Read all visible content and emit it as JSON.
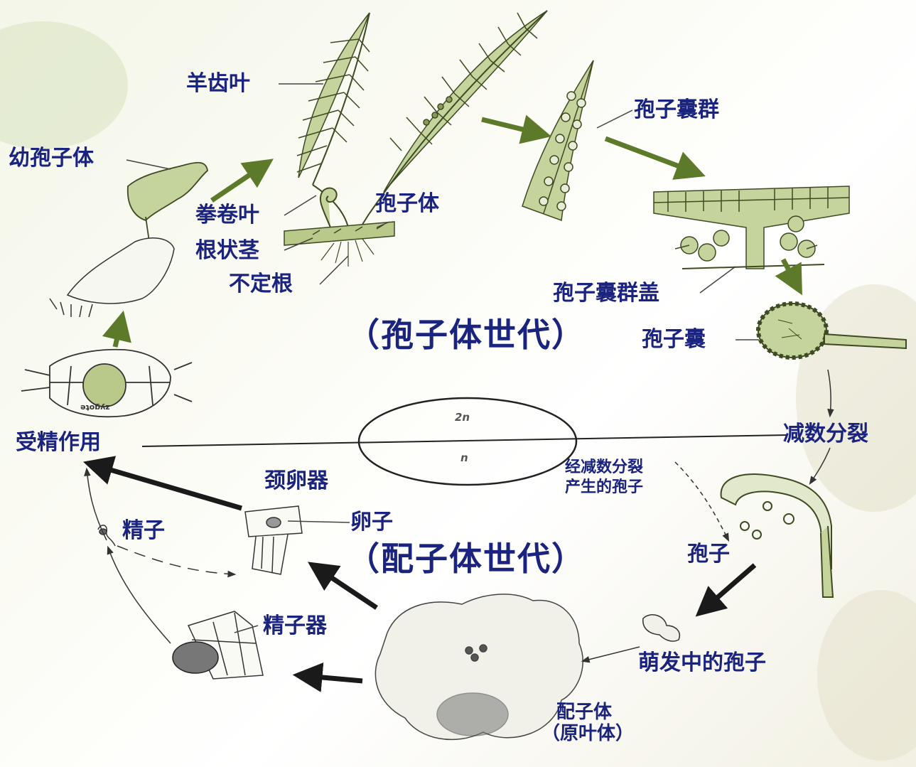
{
  "generations": {
    "sporophyte": "（孢子体世代）",
    "gametophyte": "（配子体世代）"
  },
  "ploidy": {
    "upper": "2n",
    "lower": "n"
  },
  "zygote_text": "zygote",
  "labels": {
    "frond": "羊齿叶",
    "young_sporophyte": "幼孢子体",
    "fiddlehead": "拳卷叶",
    "rhizome": "根状茎",
    "adventitious_root": "不定根",
    "sporophyte": "孢子体",
    "sorus": "孢子囊群",
    "indusium": "孢子囊群盖",
    "sporangium": "孢子囊",
    "meiosis": "减数分裂",
    "meiotic_spores_line1": "经减数分裂",
    "meiotic_spores_line2": "产生的孢子",
    "spore": "孢子",
    "germinating_spore": "萌发中的孢子",
    "gametophyte_line1": "配子体",
    "gametophyte_line2": "（原叶体）",
    "antheridium": "精子器",
    "archegonium": "颈卵器",
    "egg": "卵子",
    "sperm": "精子",
    "fertilization": "受精作用"
  },
  "colors": {
    "label_text": "#1a237e",
    "plant_green": "#b8c98a",
    "plant_line": "#3d4a22",
    "arrow_green": "#5d7a2a",
    "arrow_dark": "#1a1a1a"
  }
}
